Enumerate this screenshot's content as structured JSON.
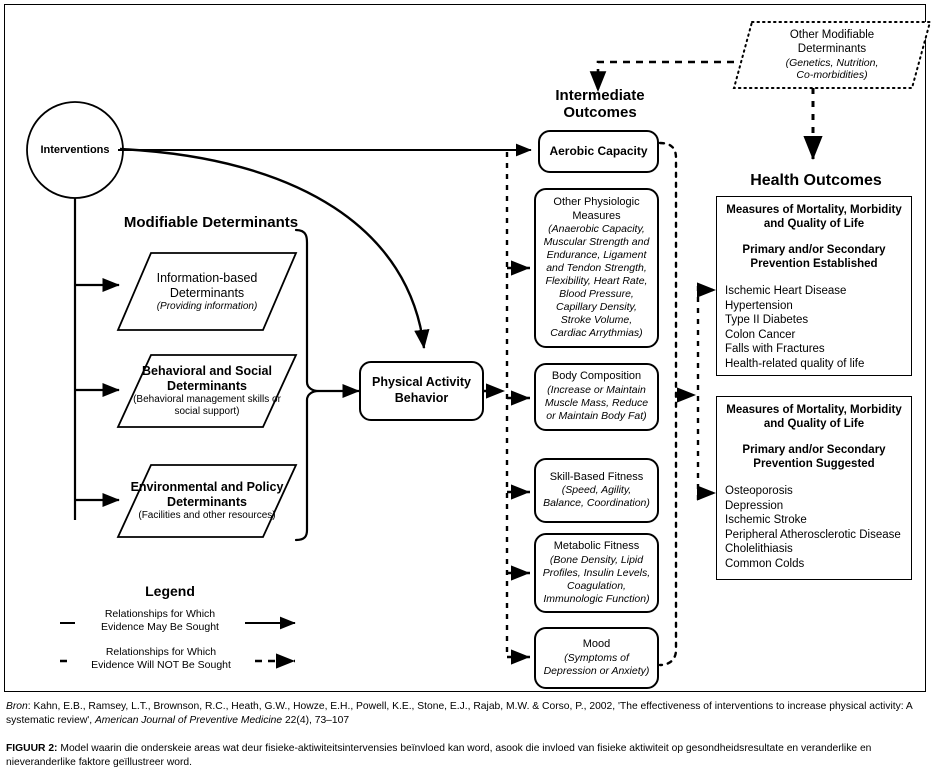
{
  "figure": {
    "headings": {
      "modifiable_determinants": "Modifiable Determinants",
      "intermediate_outcomes_l1": "Intermediate",
      "intermediate_outcomes_l2": "Outcomes",
      "health_outcomes": "Health Outcomes"
    },
    "interventions": {
      "label": "Interventions"
    },
    "physical_activity": {
      "line1": "Physical Activity",
      "line2": "Behavior"
    },
    "determinants": [
      {
        "id": "information-based",
        "title_lines": [
          "Information-based",
          "Determinants"
        ],
        "detail": "(Providing information)"
      },
      {
        "id": "behavioral-social",
        "title_lines": [
          "Behavioral and Social",
          "Determinants"
        ],
        "detail": "(Behavioral management skills or social support)"
      },
      {
        "id": "environmental-policy",
        "title_lines": [
          "Environmental and Policy",
          "Determinants"
        ],
        "detail": "(Facilities and other resources)"
      }
    ],
    "other_modifiable": {
      "title_lines": [
        "Other Modifiable",
        "Determinants"
      ],
      "detail_lines": [
        "(Genetics, Nutrition,",
        "Co-morbidities)"
      ]
    },
    "intermediate_outcomes": [
      {
        "id": "aerobic-capacity",
        "title_lines": [
          "Aerobic Capacity"
        ],
        "bold": true,
        "detail_lines": []
      },
      {
        "id": "other-physiologic-measures",
        "title_lines": [
          "Other Physiologic",
          "Measures"
        ],
        "bold": false,
        "detail_lines": [
          "(Anaerobic Capacity,",
          "Muscular Strength and",
          "Endurance, Ligament",
          "and Tendon Strength,",
          "Flexibility, Heart Rate,",
          "Blood Pressure,",
          "Capillary Density,",
          "Stroke Volume,",
          "Cardiac Arrythmias)"
        ]
      },
      {
        "id": "body-composition",
        "title_lines": [
          "Body Composition"
        ],
        "bold": false,
        "detail_lines": [
          "(Increase or Maintain",
          "Muscle Mass, Reduce",
          "or Maintain Body Fat)"
        ]
      },
      {
        "id": "skill-based-fitness",
        "title_lines": [
          "Skill-Based Fitness"
        ],
        "bold": false,
        "detail_lines": [
          "(Speed, Agility,",
          "Balance, Coordination)"
        ]
      },
      {
        "id": "metabolic-fitness",
        "title_lines": [
          "Metabolic Fitness"
        ],
        "bold": false,
        "detail_lines": [
          "(Bone Density, Lipid",
          "Profiles, Insulin Levels,",
          "Coagulation,",
          "Immunologic Function)"
        ]
      },
      {
        "id": "mood",
        "title_lines": [
          "Mood"
        ],
        "bold": false,
        "detail_lines": [
          "(Symptoms of",
          "Depression or Anxiety)"
        ]
      }
    ],
    "health_outcomes": [
      {
        "id": "prevention-established",
        "title_lines": [
          "Measures of Mortality, Morbidity",
          "and Quality of Life"
        ],
        "subtitle_lines": [
          "Primary and/or Secondary",
          "Prevention Established"
        ],
        "items": [
          "Ischemic Heart Disease",
          "Hypertension",
          "Type II Diabetes",
          "Colon Cancer",
          "Falls with Fractures",
          "Health-related quality of life"
        ]
      },
      {
        "id": "prevention-suggested",
        "title_lines": [
          "Measures of Mortality, Morbidity",
          "and Quality of Life"
        ],
        "subtitle_lines": [
          "Primary and/or Secondary",
          "Prevention Suggested"
        ],
        "items": [
          "Osteoporosis",
          "Depression",
          "Ischemic Stroke",
          "Peripheral Atherosclerotic Disease",
          "Cholelithiasis",
          "Common Colds"
        ]
      }
    ],
    "legend": {
      "title": "Legend",
      "entries": [
        {
          "id": "solid",
          "line1": "Relationships for Which",
          "line2": "Evidence May Be Sought",
          "style": "solid"
        },
        {
          "id": "dashed",
          "line1": "Relationships for Which",
          "line2": "Evidence Will NOT Be Sought",
          "style": "dashed"
        }
      ]
    }
  },
  "notes": {
    "source_prefix": "Bron",
    "source_text": ": Kahn, E.B., Ramsey, L.T., Brownson, R.C., Heath, G.W., Howze, E.H., Powell, K.E., Stone, E.J., Rajab, M.W. & Corso, P., 2002, 'The effectiveness of interventions to increase physical activity: A systematic review', ",
    "source_journal": "American Journal of Preventive Medicine",
    "source_citation": " 22(4), 73–107",
    "figure_label": "FIGUUR 2:",
    "figure_caption": " Model waarin die onderskeie areas wat deur fisieke-aktiwiteitsintervensies beïnvloed kan word, asook die invloed van fisieke aktiwiteit op gesondheidsresultate en veranderlike en nieveranderlike faktore geïllustreer word."
  },
  "colors": {
    "ink": "#000000",
    "paper": "#ffffff"
  }
}
